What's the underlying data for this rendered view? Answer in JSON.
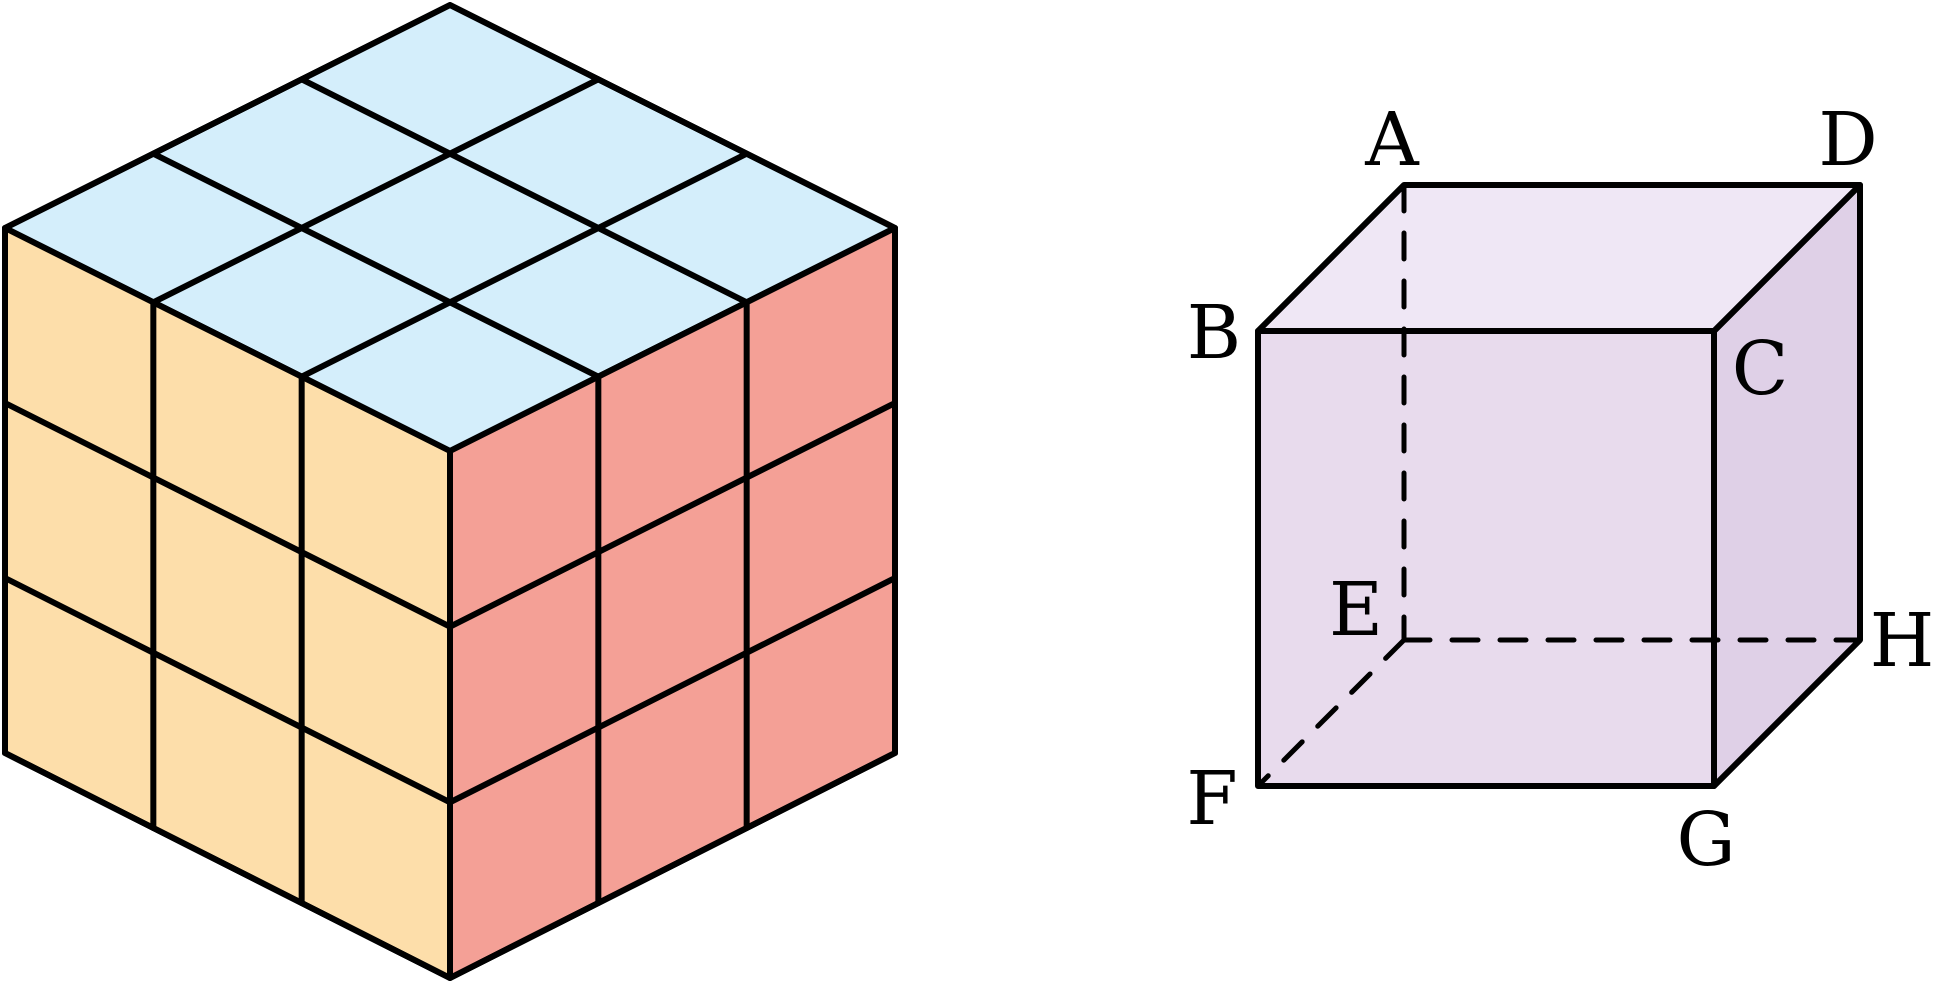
{
  "rubiks_cube": {
    "grid_size": 3,
    "colors": {
      "top": "#d4eefb",
      "left": "#fddeaa",
      "right": "#f4a096",
      "stroke": "#000000"
    }
  },
  "cuboid": {
    "colors": {
      "front": "#e8dbed",
      "top": "#efe7f5",
      "right": "#dfd0e7",
      "stroke": "#000000"
    },
    "vertices": [
      "A",
      "B",
      "C",
      "D",
      "E",
      "F",
      "G",
      "H"
    ],
    "labels": {
      "A": "A",
      "B": "B",
      "C": "C",
      "D": "D",
      "E": "E",
      "F": "F",
      "G": "G",
      "H": "H"
    }
  }
}
